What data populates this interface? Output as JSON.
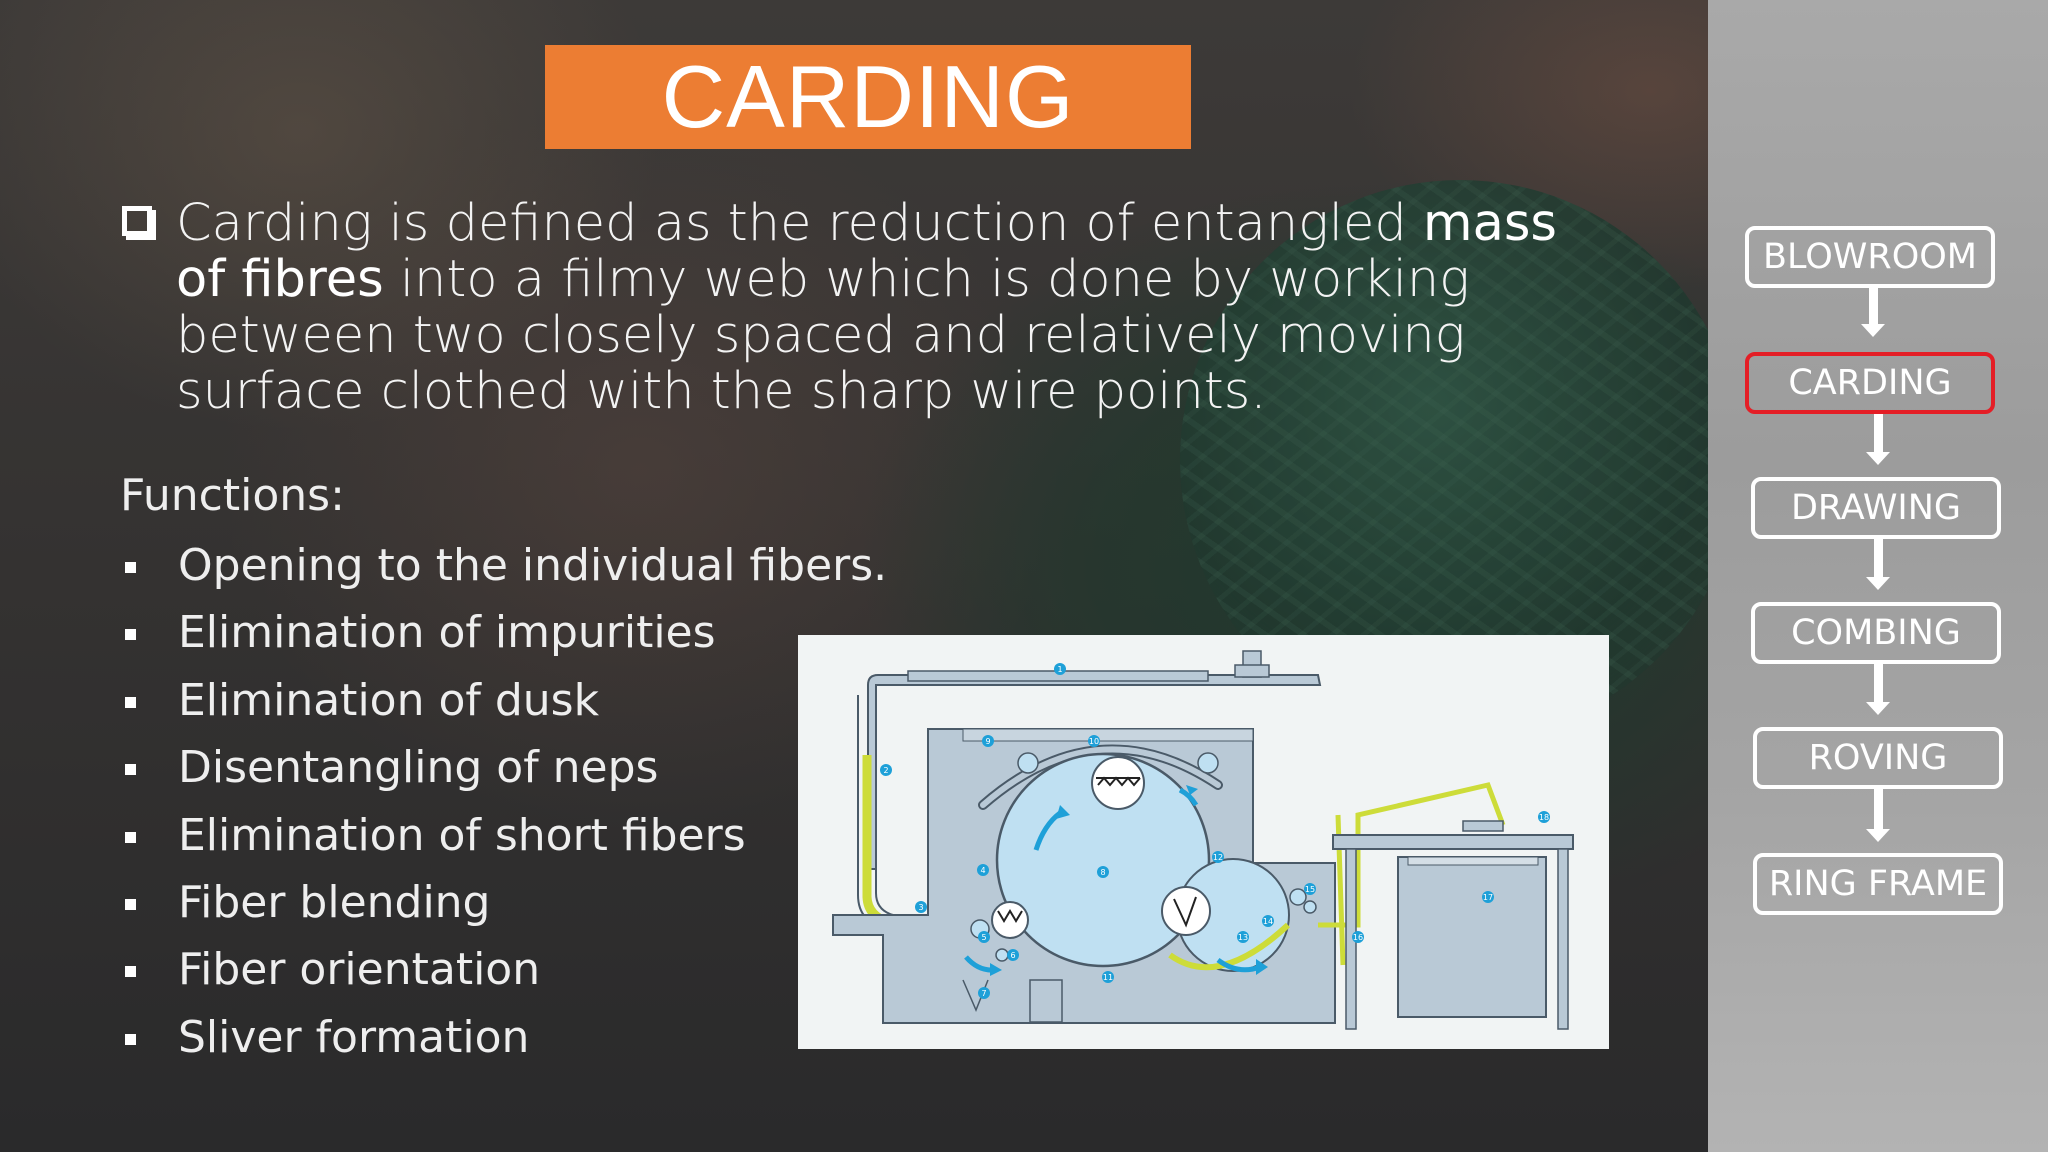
{
  "slide": {
    "title": "CARDING",
    "definition": {
      "part1": "Carding is defined as the reduction of entangled ",
      "emphasis1": "mass of fibres",
      "part2": " into a filmy web which is done by working between two closely spaced and relatively moving surface clothed with the sharp wire points."
    },
    "functions_heading": "Functions:",
    "functions": [
      "Opening to the individual fibers.",
      "Elimination of impurities",
      "Elimination of dusk",
      "Disentangling of neps",
      "Elimination of short fibers",
      "Fiber blending",
      "Fiber orientation",
      "Sliver formation"
    ],
    "diagram_callouts": [
      "1",
      "2",
      "3",
      "4",
      "5",
      "6",
      "7",
      "8",
      "9",
      "10",
      "11",
      "12",
      "13",
      "14",
      "15",
      "16",
      "17",
      "18"
    ]
  },
  "process_flow": {
    "steps": [
      "BLOWROOM",
      "CARDING",
      "DRAWING",
      "COMBING",
      "ROVING",
      "RING FRAME"
    ],
    "active_step": "CARDING"
  },
  "colors": {
    "title_banner": "#ec7d33",
    "active_step_border": "#e41e26",
    "panel": "#a5a5a5",
    "diagram_machine": "#b9c9d6",
    "diagram_drum": "#bfe0f2",
    "diagram_fibre_path": "#cddc39",
    "diagram_arrow": "#1ea0d8"
  }
}
